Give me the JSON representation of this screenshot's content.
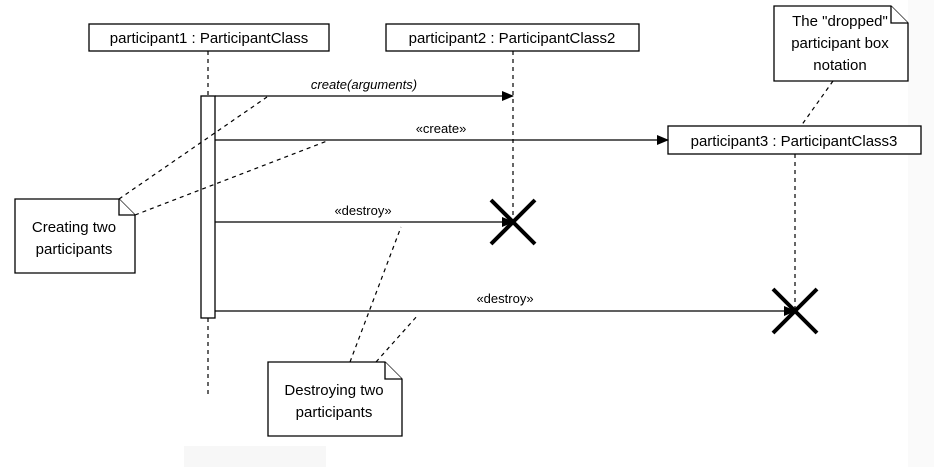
{
  "participants": [
    {
      "label": "participant1 : ParticipantClass"
    },
    {
      "label": "participant2 : ParticipantClass2"
    },
    {
      "label": "participant3 : ParticipantClass3"
    }
  ],
  "messages": [
    {
      "label": "create(arguments)"
    },
    {
      "label": "«create»"
    },
    {
      "label": "«destroy»"
    },
    {
      "label": "«destroy»"
    }
  ],
  "notes": {
    "creating": {
      "lines": [
        "Creating two",
        "participants"
      ]
    },
    "destroying": {
      "lines": [
        "Destroying two",
        "participants"
      ]
    },
    "dropped": {
      "lines": [
        "The \"dropped\"",
        "participant box",
        "notation"
      ]
    }
  }
}
